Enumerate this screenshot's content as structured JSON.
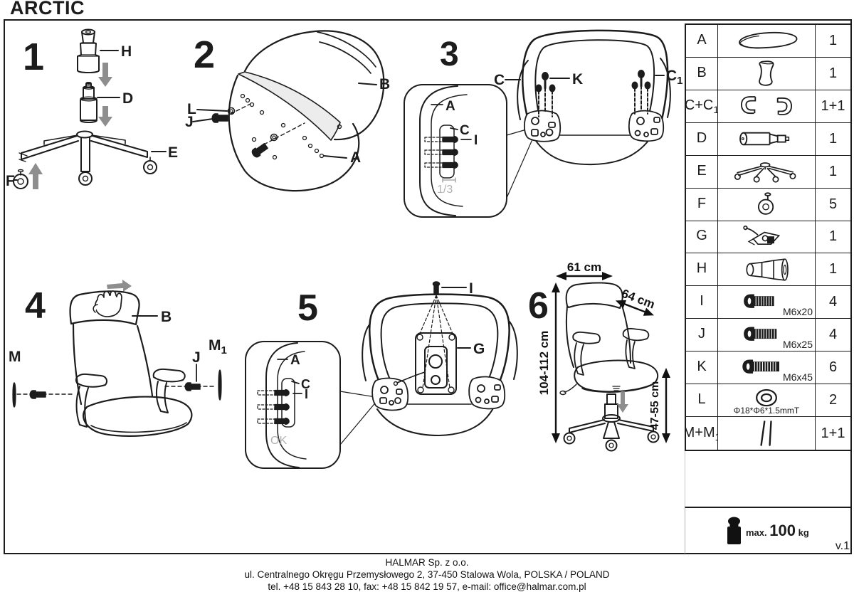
{
  "page": {
    "title": "ARCTIC",
    "version": "v.1"
  },
  "colors": {
    "ink": "#1c1c1c",
    "gray_arrow": "#8e8e8e",
    "gray_note": "#b2b2b2",
    "shade": "#ececec"
  },
  "step1": {
    "number": "1",
    "label_h": "H",
    "label_d": "D",
    "label_e": "E",
    "label_f": "F"
  },
  "step2": {
    "number": "2",
    "label_b": "B",
    "label_l": "L",
    "label_j": "J",
    "label_a": "A"
  },
  "step3": {
    "number": "3",
    "label_c": "C",
    "label_k": "K",
    "label_c1_base": "C",
    "label_c1_sub": "1",
    "inset": {
      "label_a": "A",
      "label_c": "C",
      "label_i": "I",
      "depth_note": "1/3"
    }
  },
  "step4": {
    "number": "4",
    "label_b": "B",
    "label_m": "M",
    "label_j": "J",
    "label_m1_base": "M",
    "label_m1_sub": "1"
  },
  "step5": {
    "number": "5",
    "label_i": "I",
    "label_g": "G",
    "inset": {
      "label_a": "A",
      "label_c": "C",
      "label_i": "I",
      "ok_note": "OK"
    }
  },
  "step6": {
    "number": "6",
    "dim_width": "61 cm",
    "dim_depth": "64 cm",
    "dim_height": "104-112 cm",
    "dim_seat_height": "47-55 cm"
  },
  "parts_table": {
    "rows": [
      {
        "label": "A",
        "sub": "",
        "icon": "seat-icon",
        "qty": "1",
        "note": ""
      },
      {
        "label": "B",
        "sub": "",
        "icon": "backrest-icon",
        "qty": "1",
        "note": ""
      },
      {
        "label": "C+C",
        "sub": "1",
        "icon": "armrest-pair-icon",
        "qty": "1+1",
        "note": ""
      },
      {
        "label": "D",
        "sub": "",
        "icon": "gas-lift-icon",
        "qty": "1",
        "note": ""
      },
      {
        "label": "E",
        "sub": "",
        "icon": "base-icon",
        "qty": "1",
        "note": ""
      },
      {
        "label": "F",
        "sub": "",
        "icon": "caster-icon",
        "qty": "5",
        "note": ""
      },
      {
        "label": "G",
        "sub": "",
        "icon": "mechanism-icon",
        "qty": "1",
        "note": ""
      },
      {
        "label": "H",
        "sub": "",
        "icon": "telescopic-cover-icon",
        "qty": "1",
        "note": ""
      },
      {
        "label": "I",
        "sub": "",
        "icon": "screw-icon",
        "qty": "4",
        "note": "M6x20"
      },
      {
        "label": "J",
        "sub": "",
        "icon": "screw-icon",
        "qty": "4",
        "note": "M6x25"
      },
      {
        "label": "K",
        "sub": "",
        "icon": "screw-icon",
        "qty": "6",
        "note": "M6x45"
      },
      {
        "label": "L",
        "sub": "",
        "icon": "washer-icon",
        "qty": "2",
        "note": "Φ18*Φ6*1.5mmT"
      },
      {
        "label": "M+M",
        "sub": "1",
        "icon": "rod-pair-icon",
        "qty": "1+1",
        "note": ""
      }
    ]
  },
  "weight_limit": {
    "prefix": "max.",
    "value": "100",
    "unit": "kg"
  },
  "footer": {
    "company": "HALMAR Sp. z o.o.",
    "address": "ul. Centralnego Okręgu Przemysłowego 2, 37-450 Stalowa Wola, POLSKA / POLAND",
    "contact": "tel. +48 15 843 28 10, fax: +48 15 842 19 57, e-mail: office@halmar.com.pl"
  }
}
